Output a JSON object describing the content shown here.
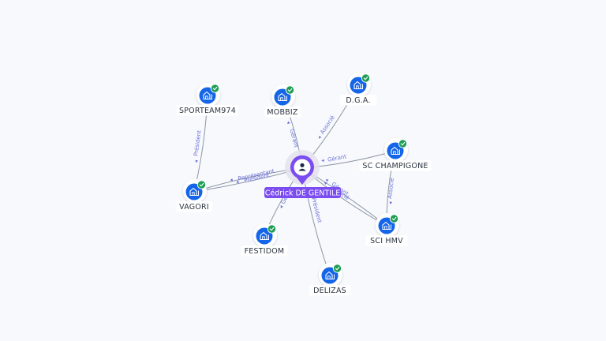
{
  "graph": {
    "center": {
      "name": "Cédrick DE GENTILE",
      "icon": "person-icon",
      "color": "#7b4cf0"
    },
    "company_icon": "building-icon",
    "verified_icon": "check-badge-icon",
    "colors": {
      "company": "#1565e8",
      "verified": "#1f9d55",
      "edge": "#8d96a6",
      "edge_label": "#6a6fd8"
    },
    "nodes": [
      {
        "id": "sporteam974",
        "name": "SPORTEAM974",
        "verified": true
      },
      {
        "id": "mobbiz",
        "name": "MOBBIZ",
        "verified": true
      },
      {
        "id": "dga",
        "name": "D.G.A.",
        "verified": true
      },
      {
        "id": "sc-champigone",
        "name": "SC CHAMPIGONE",
        "verified": true
      },
      {
        "id": "sci-hmv",
        "name": "SCI HMV",
        "verified": true
      },
      {
        "id": "delizas",
        "name": "DELIZAS",
        "verified": true
      },
      {
        "id": "festidom",
        "name": "FESTIDOM",
        "verified": true
      },
      {
        "id": "vagori",
        "name": "VAGORI",
        "verified": true
      }
    ],
    "edges": [
      {
        "from": "center",
        "to": "mobbiz",
        "label": "Gérant"
      },
      {
        "from": "center",
        "to": "dga",
        "label": "Associé"
      },
      {
        "from": "center",
        "to": "sc-champigone",
        "label": "Gérant"
      },
      {
        "from": "center",
        "to": "sci-hmv",
        "label": "Gérant"
      },
      {
        "from": "center",
        "to": "sci-hmv",
        "label": "Associé"
      },
      {
        "from": "center",
        "to": "delizas",
        "label": "Président"
      },
      {
        "from": "center",
        "to": "festidom",
        "label": "Gérant"
      },
      {
        "from": "center",
        "to": "vagori",
        "label": "Président"
      },
      {
        "from": "center",
        "to": "vagori",
        "label": "Représentant"
      },
      {
        "from": "vagori",
        "to": "sporteam974",
        "label": "Président"
      },
      {
        "from": "sc-champigone",
        "to": "sci-hmv",
        "label": "Associé"
      }
    ]
  }
}
